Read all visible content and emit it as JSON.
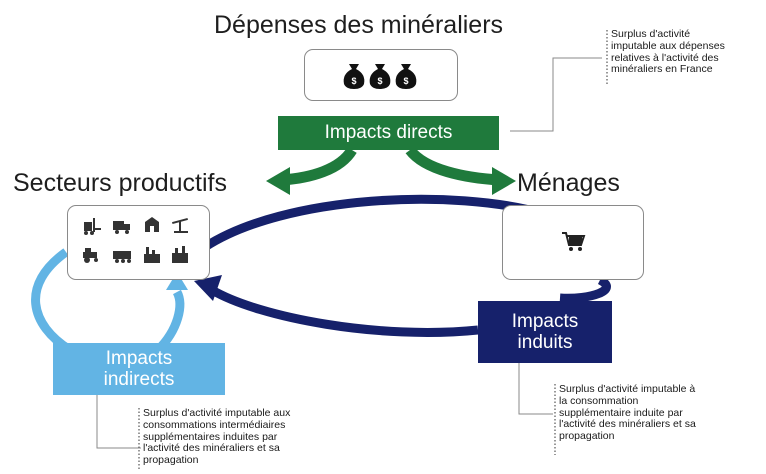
{
  "titles": {
    "depenses": "Dépenses des minéraliers",
    "secteurs": "Secteurs productifs",
    "menages": "Ménages"
  },
  "boxes": {
    "directs": "Impacts directs",
    "indirects": [
      "Impacts",
      "indirects"
    ],
    "induits": [
      "Impacts",
      "induits"
    ]
  },
  "notes": {
    "directs": [
      "Surplus d'activité",
      "imputable aux dépenses",
      "relatives à l'activité des",
      "minéraliers en France"
    ],
    "indirects": [
      "Surplus d'activité imputable aux",
      "consommations intermédiaires",
      "supplémentaires induites par",
      "l'activité des minéraliers et sa",
      "propagation"
    ],
    "induits": [
      "Surplus d'activité imputable à",
      "la consommation",
      "supplémentaire induite par",
      "l'activité des minéraliers et sa",
      "propagation"
    ]
  },
  "colors": {
    "direct_green": "#1f7a3c",
    "induced_navy": "#16216b",
    "indirect_blue": "#62b4e4"
  },
  "icons": {
    "money": [
      "money-bag-icon",
      "money-bag-icon",
      "money-bag-icon"
    ],
    "sectors": [
      "forklift-icon",
      "truck-icon",
      "factory-icon",
      "pump-jack-icon",
      "tractor-icon",
      "train-icon",
      "industry-icon",
      "plant-icon"
    ],
    "household": "shopping-cart-icon"
  }
}
